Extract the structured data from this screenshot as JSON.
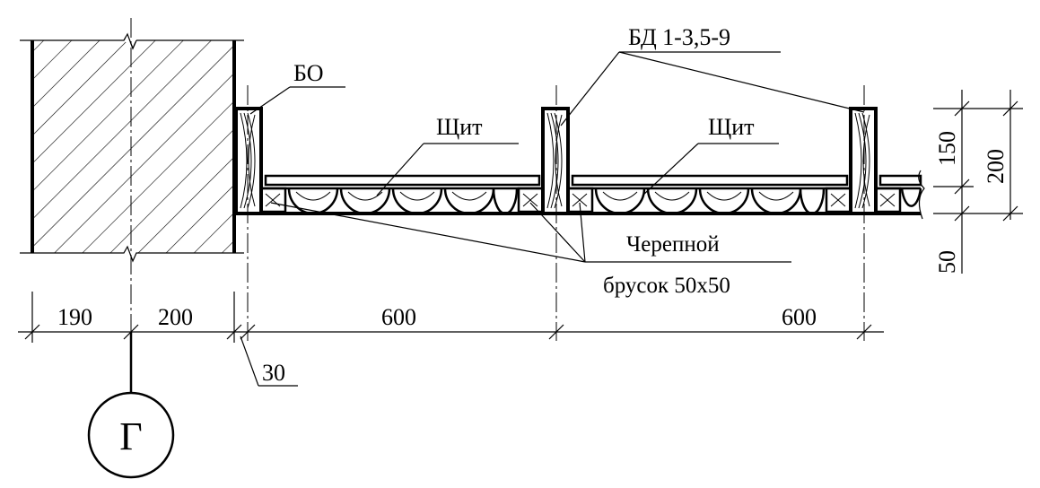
{
  "labels": {
    "bo": "БО",
    "bd": "БД 1-3,5-9",
    "shield_left": "Щит",
    "shield_right": "Щит",
    "cranial_bar_line1": "Черепной",
    "cranial_bar_line2": "брусок 50х50"
  },
  "dimensions": {
    "d190": "190",
    "d200_bottom": "200",
    "d600_left": "600",
    "d600_right": "600",
    "d30": "30",
    "d150": "150",
    "d200_right": "200",
    "d50": "50"
  },
  "axis": {
    "marker": "Г"
  }
}
